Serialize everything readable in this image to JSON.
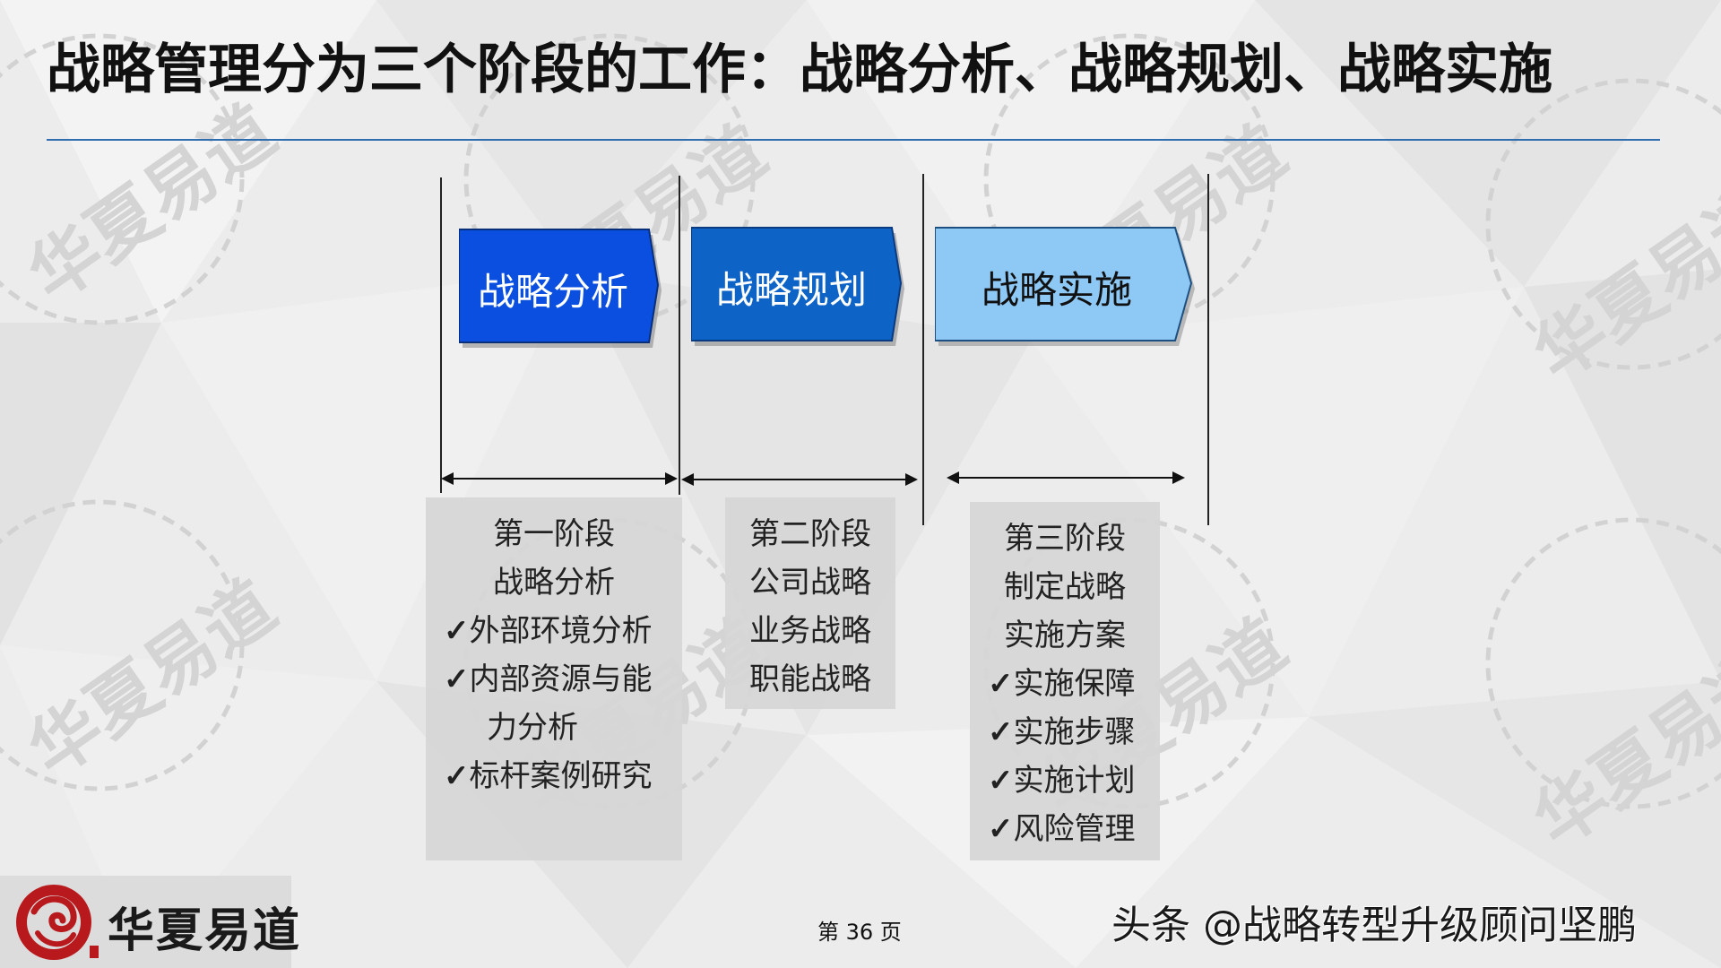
{
  "title": "战略管理分为三个阶段的工作：战略分析、战略规划、战略实施",
  "colors": {
    "phase1": "#0b4fe0",
    "phase2": "#0e63c7",
    "phase3": "#8ec8f5",
    "title_rule": "#2f6db0",
    "box_bg": "#d6d6d6"
  },
  "phases": [
    {
      "label": "战略分析"
    },
    {
      "label": "战略规划"
    },
    {
      "label": "战略实施"
    }
  ],
  "details": [
    {
      "lines": [
        {
          "text": "第一阶段",
          "style": "center"
        },
        {
          "text": "战略分析",
          "style": "center"
        },
        {
          "text": "外部环境分析",
          "style": "check"
        },
        {
          "text": "内部资源与能",
          "style": "check"
        },
        {
          "text": "力分析",
          "style": "indent"
        },
        {
          "text": "标杆案例研究",
          "style": "check"
        }
      ]
    },
    {
      "lines": [
        {
          "text": "第二阶段",
          "style": "center"
        },
        {
          "text": "公司战略",
          "style": "center"
        },
        {
          "text": "业务战略",
          "style": "center"
        },
        {
          "text": "职能战略",
          "style": "center"
        }
      ]
    },
    {
      "lines": [
        {
          "text": "第三阶段",
          "style": "center"
        },
        {
          "text": "制定战略",
          "style": "center"
        },
        {
          "text": "实施方案",
          "style": "center"
        },
        {
          "text": "实施保障",
          "style": "check"
        },
        {
          "text": "实施步骤",
          "style": "check"
        },
        {
          "text": "实施计划",
          "style": "check"
        },
        {
          "text": "风险管理",
          "style": "check"
        }
      ]
    }
  ],
  "footer": {
    "page": "第 36 页",
    "logo_text": "华夏易道",
    "credit": "头条 @战略转型升级顾问坚鹏"
  },
  "watermark": "华夏易道"
}
